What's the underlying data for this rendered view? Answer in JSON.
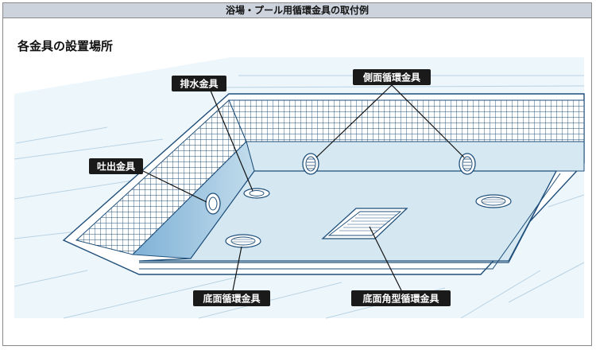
{
  "header": {
    "title": "浴場・プール用循環金具の取付例"
  },
  "subtitle": "各金具の設置場所",
  "labels": {
    "drain": "排水金具",
    "side": "側面循環金具",
    "outlet": "吐出金具",
    "bottom": "底面循環金具",
    "square": "底面角型循環金具"
  },
  "colors": {
    "background_tint": "#e9f4fb",
    "water": "#d5e8f2",
    "water_deep": "#9fc7e2",
    "tile_line": "#1f4f7a",
    "label_bg": "#1a1a1a",
    "header_bg": "#cdd3dd"
  }
}
